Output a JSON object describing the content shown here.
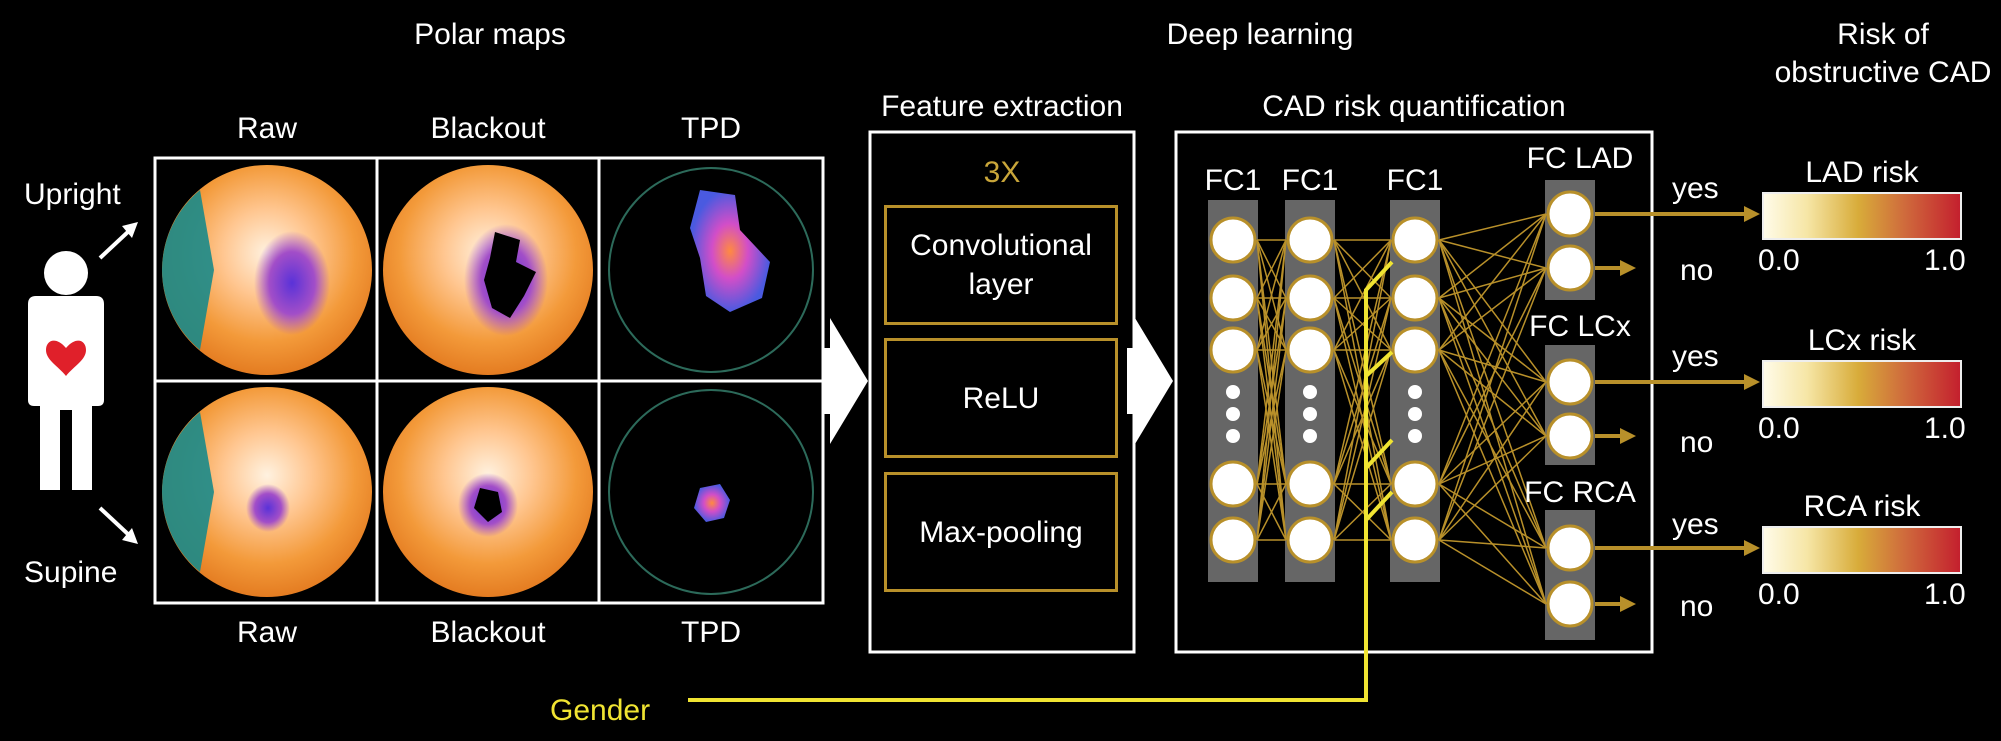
{
  "headers": {
    "polar_maps": "Polar maps",
    "deep_learning": "Deep learning",
    "risk_line1": "Risk of",
    "risk_line2": "obstructive CAD"
  },
  "polar": {
    "top_labels": [
      "Raw",
      "Blackout",
      "TPD"
    ],
    "bottom_labels": [
      "Raw",
      "Blackout",
      "TPD"
    ],
    "upright": "Upright",
    "supine": "Supine"
  },
  "feature_extraction": {
    "title": "Feature extraction",
    "repeat": "3X",
    "layers": [
      "Convolutional layer",
      "ReLU",
      "Max-pooling"
    ]
  },
  "cad": {
    "title": "CAD risk quantification",
    "fc_columns": [
      "FC1",
      "FC1",
      "FC1"
    ],
    "outputs": [
      {
        "name": "FC LAD",
        "yes": "yes",
        "no": "no",
        "risk": "LAD risk",
        "min": "0.0",
        "max": "1.0"
      },
      {
        "name": "FC LCx",
        "yes": "yes",
        "no": "no",
        "risk": "LCx risk",
        "min": "0.0",
        "max": "1.0"
      },
      {
        "name": "FC RCA",
        "yes": "yes",
        "no": "no",
        "risk": "RCA risk",
        "min": "0.0",
        "max": "1.0"
      }
    ]
  },
  "gender": "Gender",
  "colors": {
    "background": "#000000",
    "box": "#ffffff",
    "gold": "#b8902a",
    "gender_line": "#f0e432"
  }
}
